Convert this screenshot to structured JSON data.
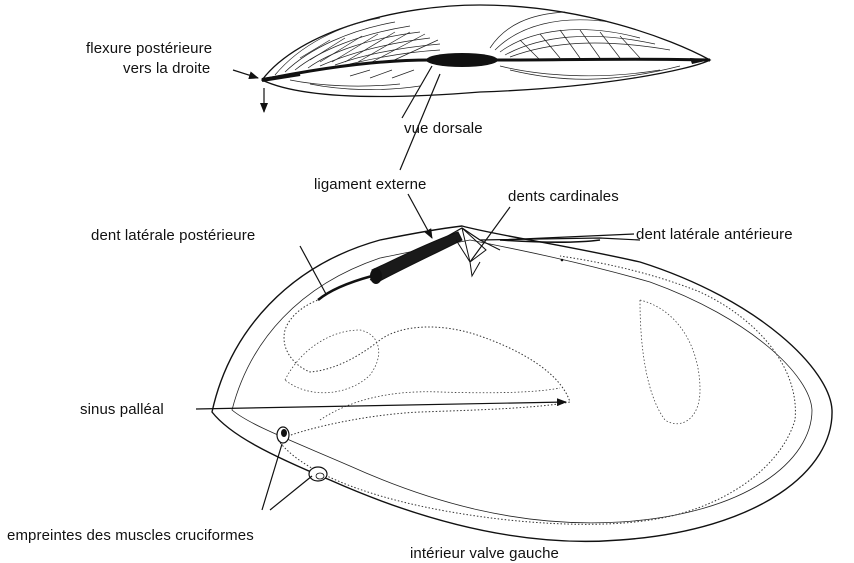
{
  "labels": {
    "flexure_line1": "flexure postérieure",
    "flexure_line2": "vers la droite",
    "vue_dorsale": "vue dorsale",
    "ligament_externe": "ligament externe",
    "dents_cardinales": "dents cardinales",
    "dent_laterale_posterieure": "dent latérale postérieure",
    "dent_laterale_anterieure": "dent latérale antérieure",
    "sinus_palleal": "sinus palléal",
    "empreintes": "empreintes des muscles cruciformes",
    "interieur_valve": "intérieur valve gauche"
  },
  "colors": {
    "ink": "#111111",
    "background": "#ffffff",
    "ligament_fill": "#1a1a1a"
  }
}
